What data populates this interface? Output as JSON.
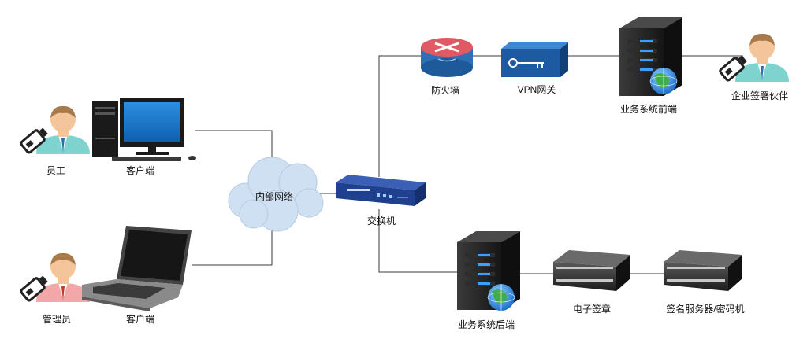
{
  "nodes": {
    "employee": "员工",
    "desktop_client": "客户端",
    "admin": "管理员",
    "laptop_client": "客户端",
    "internal_network": "内部网络",
    "switch": "交换机",
    "firewall": "防火墙",
    "vpn_gateway": "VPN网关",
    "frontend_server": "业务系统前端",
    "partner": "企业签署伙伴",
    "backend_server": "业务系统后端",
    "e_seal": "电子签章",
    "signing_server": "签名服务器/密码机"
  },
  "colors": {
    "line": "#3a3a3a",
    "cloud": "#cfe0f2",
    "switch_body": "#1f3f8f",
    "firewall_top": "#e05a66",
    "firewall_body": "#2f6fb5",
    "vpn_body": "#1d5aa2",
    "server_body": "#222222",
    "server_light": "#3aa0ff",
    "employee_shirt": "#7fd3cf",
    "admin_shirt": "#f2a8a8",
    "skin": "#f4c49a",
    "hair": "#a87a4a"
  }
}
